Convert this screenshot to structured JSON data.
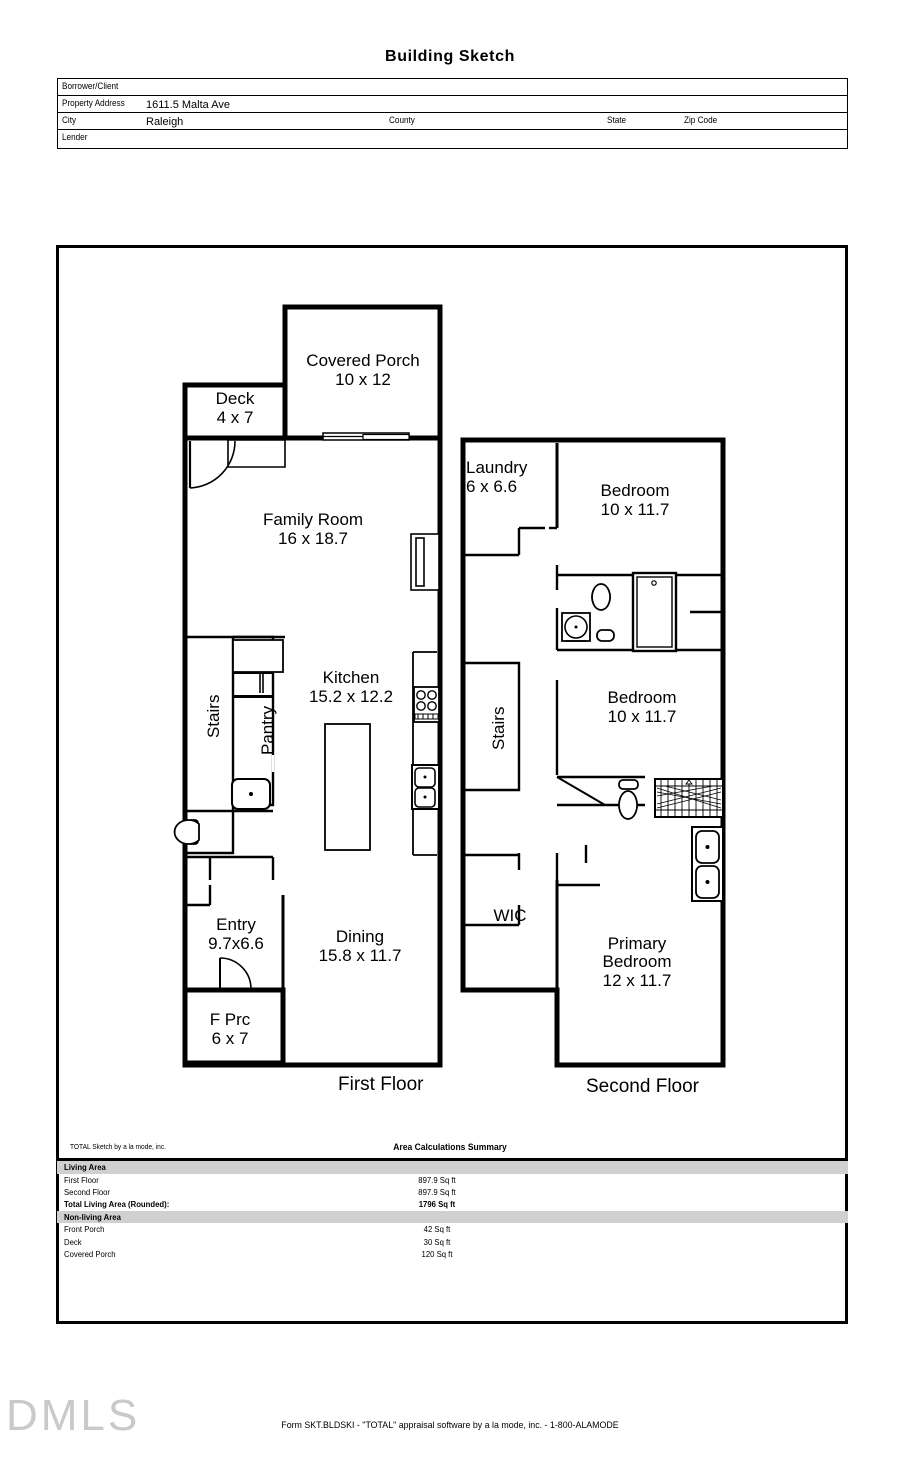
{
  "document": {
    "title": "Building Sketch",
    "form_footer": "Form SKT.BLDSKI - \"TOTAL\" appraisal software by a la mode, inc. - 1-800-ALAMODE",
    "logo_text": "DMLS",
    "sketch_credit": "TOTAL Sketch by a la mode, inc."
  },
  "header": {
    "borrower_label": "Borrower/Client",
    "borrower_value": "",
    "property_address_label": "Property Address",
    "property_address_value": "1611.5  Malta Ave",
    "city_label": "City",
    "city_value": "Raleigh",
    "county_label": "County",
    "county_value": "",
    "state_label": "State",
    "state_value": "",
    "zip_label": "Zip Code",
    "zip_value": "",
    "lender_label": "Lender",
    "lender_value": ""
  },
  "floors": [
    {
      "caption": "First Floor",
      "rooms": [
        {
          "name": "Covered Porch",
          "dim": "10 x 12"
        },
        {
          "name": "Deck",
          "dim": "4 x 7"
        },
        {
          "name": "Family Room",
          "dim": "16 x 18.7"
        },
        {
          "name": "Kitchen",
          "dim": "15.2 x 12.2"
        },
        {
          "name": "Stairs",
          "dim": ""
        },
        {
          "name": "Pantry",
          "dim": ""
        },
        {
          "name": "Entry",
          "dim": "9.7x6.6"
        },
        {
          "name": "Dining",
          "dim": "15.8 x 11.7"
        },
        {
          "name": "F Prc",
          "dim": "6 x 7"
        }
      ]
    },
    {
      "caption": "Second Floor",
      "rooms": [
        {
          "name": "Laundry",
          "dim": "6 x 6.6"
        },
        {
          "name": "Bedroom",
          "dim": "10 x 11.7"
        },
        {
          "name": "Stairs",
          "dim": ""
        },
        {
          "name": "Bedroom",
          "dim": "10 x 11.7"
        },
        {
          "name": "WIC",
          "dim": ""
        },
        {
          "name": "Primary Bedroom",
          "dim": "12 x 11.7"
        }
      ]
    }
  ],
  "area_summary": {
    "title": "Area Calculations Summary",
    "rows": [
      {
        "kind": "section",
        "label": "Living Area",
        "value": ""
      },
      {
        "kind": "item",
        "label": "First Floor",
        "value": "897.9 Sq ft"
      },
      {
        "kind": "item",
        "label": "Second Floor",
        "value": "897.9 Sq ft"
      },
      {
        "kind": "total",
        "label": "Total Living Area (Rounded):",
        "value": "1796 Sq ft"
      },
      {
        "kind": "section",
        "label": "Non-living Area",
        "value": ""
      },
      {
        "kind": "item",
        "label": "Front Porch",
        "value": "42 Sq ft"
      },
      {
        "kind": "item",
        "label": "Deck",
        "value": "30 Sq ft"
      },
      {
        "kind": "item",
        "label": "Covered Porch",
        "value": "120 Sq ft"
      }
    ]
  },
  "colors": {
    "ink": "#000000",
    "paper": "#ffffff",
    "section_band": "#d0d0d0",
    "logo_gray": "#c9c9c9"
  }
}
